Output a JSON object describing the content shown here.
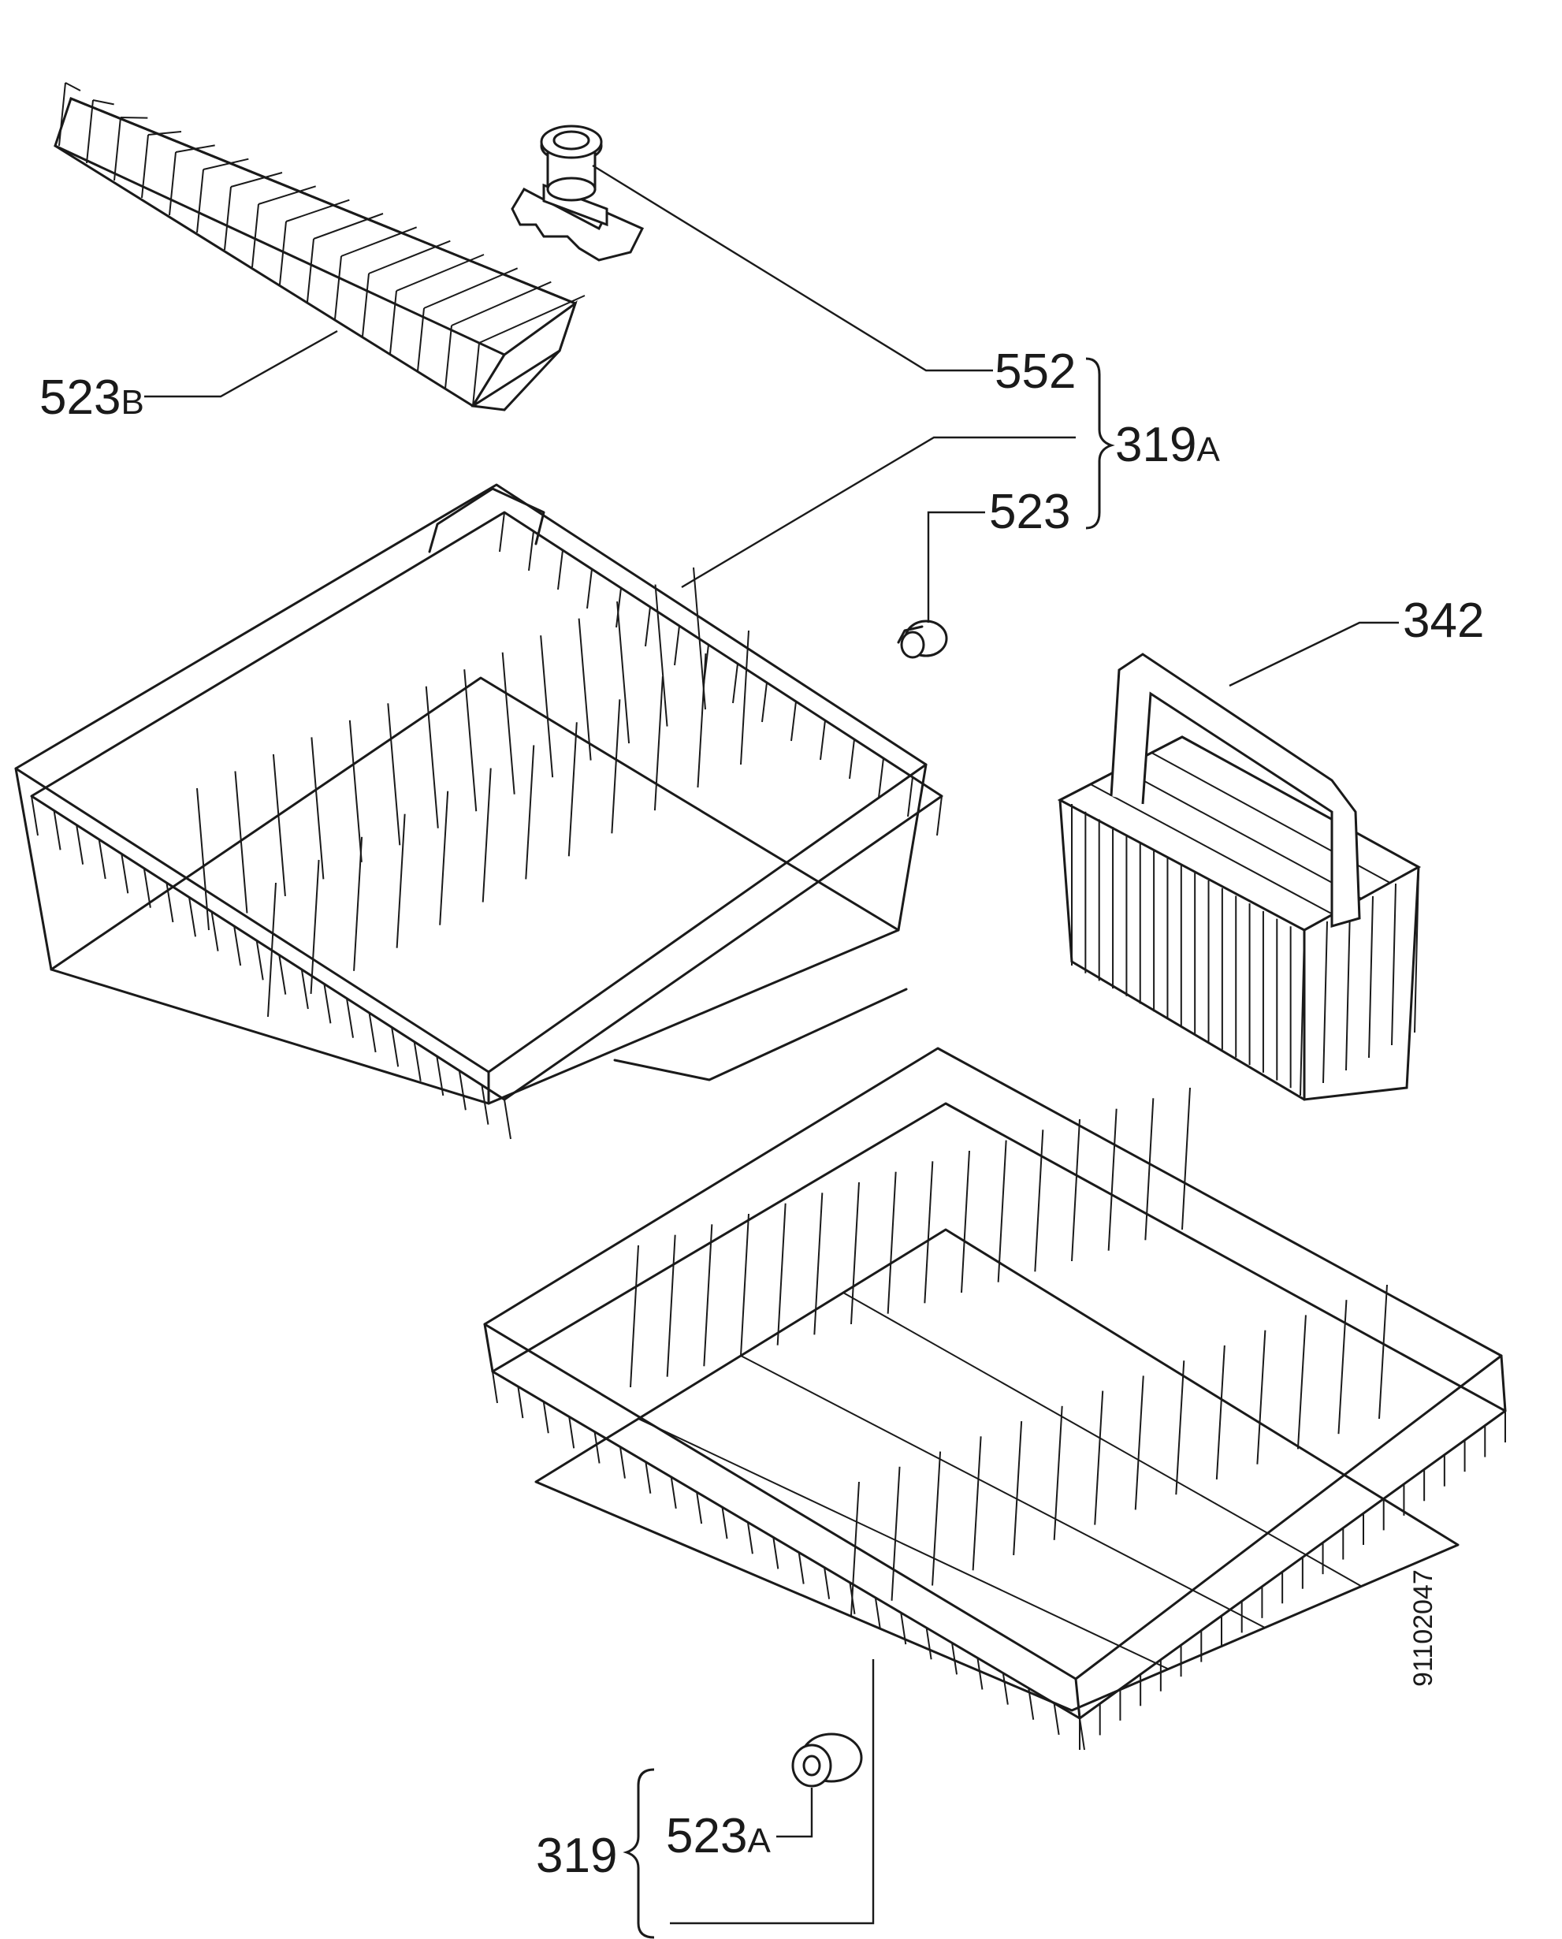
{
  "callouts": {
    "c_523b": {
      "number": "523",
      "suffix": "B"
    },
    "c_552": {
      "number": "552",
      "suffix": ""
    },
    "c_319a": {
      "number": "319",
      "suffix": "A"
    },
    "c_523": {
      "number": "523",
      "suffix": ""
    },
    "c_342": {
      "number": "342",
      "suffix": ""
    },
    "c_523a": {
      "number": "523",
      "suffix": "A"
    },
    "c_319": {
      "number": "319",
      "suffix": ""
    }
  },
  "document_id": "91102047",
  "parts": [
    {
      "id": "523B",
      "icon": "plate-support-rack-icon"
    },
    {
      "id": "552",
      "icon": "rack-adjuster-icon"
    },
    {
      "id": "319A",
      "icon": "upper-basket-icon"
    },
    {
      "id": "523",
      "icon": "basket-wheel-icon"
    },
    {
      "id": "342",
      "icon": "cutlery-basket-icon"
    },
    {
      "id": "523A",
      "icon": "lower-basket-wheel-icon"
    },
    {
      "id": "319",
      "icon": "lower-basket-icon"
    }
  ],
  "colors": {
    "line": "#1a1a1a",
    "background": "#ffffff"
  }
}
